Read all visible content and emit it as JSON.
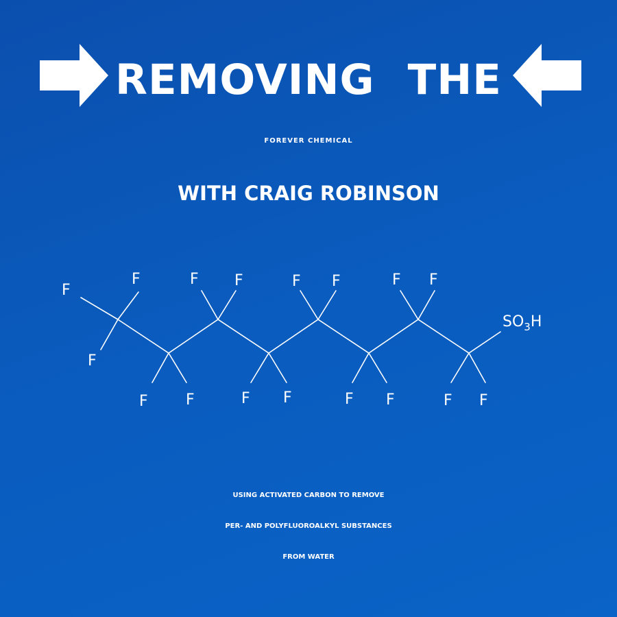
{
  "title": {
    "line1_word1": "REMOVING",
    "line1_word2": "THE",
    "line2": "FOREVER CHEMICAL"
  },
  "subtitle": "WITH CRAIG ROBINSON",
  "molecule": {
    "fluorine_label": "F",
    "end_group": "SO",
    "end_group_subscript": "3",
    "end_group_suffix": "H"
  },
  "footer": {
    "line1": "USING ACTIVATED CARBON TO REMOVE",
    "line2": "PER- AND POLYFLUOROALKYL SUBSTANCES",
    "line3": "FROM WATER"
  },
  "colors": {
    "background_top": "#0b4fae",
    "background_bottom": "#0a63c7",
    "text": "#ffffff"
  }
}
